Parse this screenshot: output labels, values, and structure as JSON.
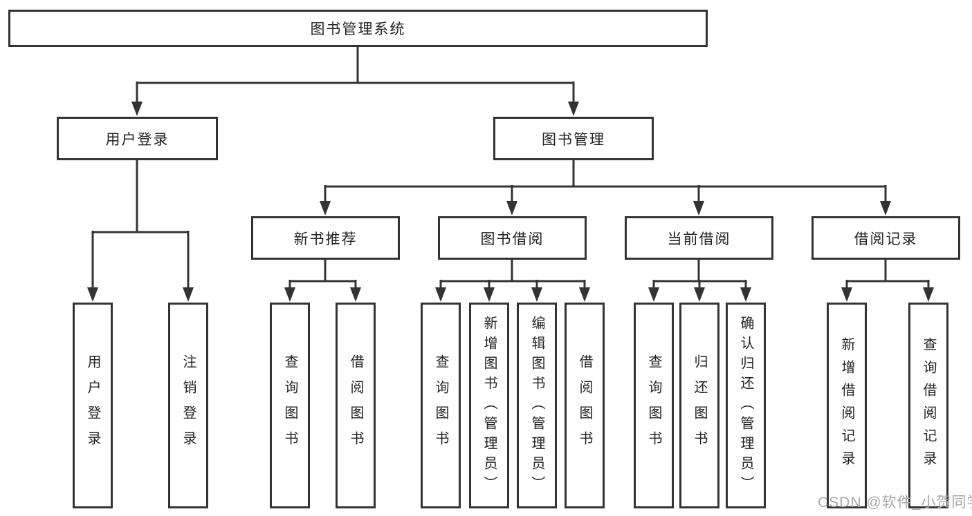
{
  "colors": {
    "line": "#333333",
    "box_border": "#333333",
    "box_background": "#ffffff",
    "text": "#222222",
    "watermark": "#a9a9a9",
    "page_background": "#ffffff"
  },
  "watermark": {
    "text": "CSDN @软件_小贺同学"
  },
  "tree": {
    "root": {
      "label": "图书管理系统",
      "children": [
        {
          "label": "用户登录",
          "children": [
            {
              "label": "用户登录"
            },
            {
              "label": "注销登录"
            }
          ]
        },
        {
          "label": "图书管理",
          "children": [
            {
              "label": "新书推荐",
              "children": [
                {
                  "label": "查询图书"
                },
                {
                  "label": "借阅图书"
                }
              ]
            },
            {
              "label": "图书借阅",
              "children": [
                {
                  "label": "查询图书"
                },
                {
                  "label": "新增图书（管理员）"
                },
                {
                  "label": "编辑图书（管理员）"
                },
                {
                  "label": "借阅图书"
                }
              ]
            },
            {
              "label": "当前借阅",
              "children": [
                {
                  "label": "查询图书"
                },
                {
                  "label": "归还图书"
                },
                {
                  "label": "确认归还（管理员）"
                }
              ]
            },
            {
              "label": "借阅记录",
              "children": [
                {
                  "label": "新增借阅记录"
                },
                {
                  "label": "查询借阅记录"
                }
              ]
            }
          ]
        }
      ]
    }
  }
}
